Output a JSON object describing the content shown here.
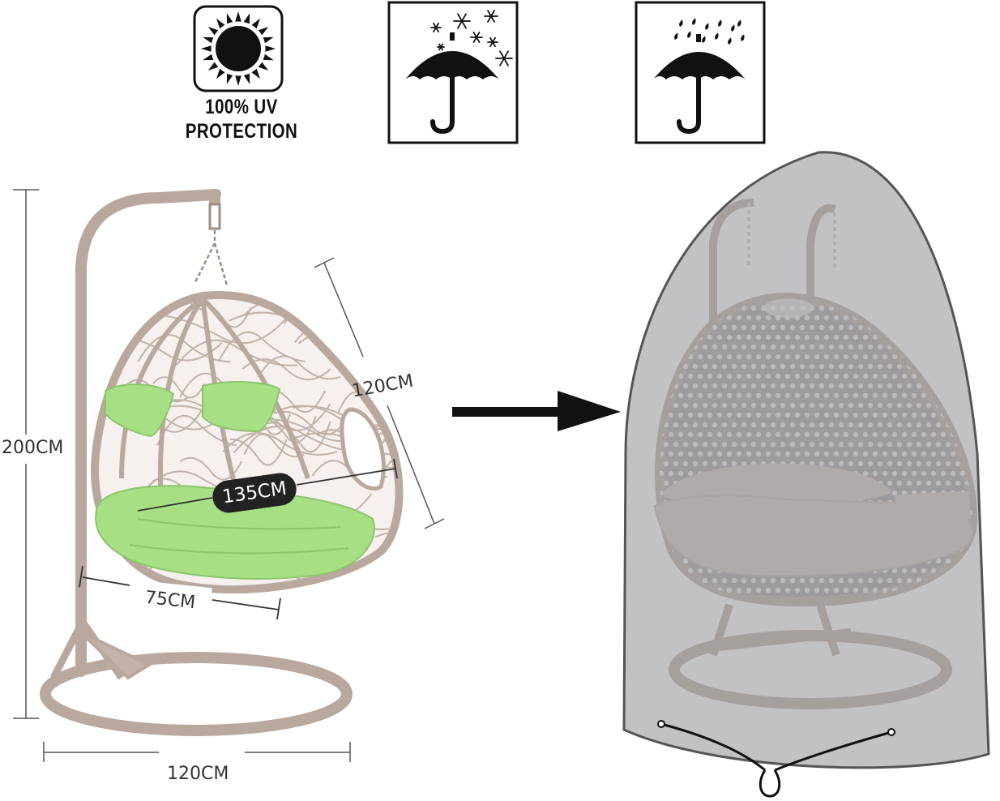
{
  "badges": {
    "uv_line1": "100% UV",
    "uv_line2": "PROTECTION"
  },
  "dimensions": {
    "height": "200CM",
    "base_width": "120CM",
    "basket_height": "120CM",
    "seat_width": "135CM",
    "seat_depth": "75CM"
  },
  "colors": {
    "frame": "#b8a89e",
    "cushion": "#a6df84",
    "cover": "#8f8f93",
    "icon": "#111111"
  },
  "icons": [
    "sun-icon",
    "umbrella-snow-icon",
    "umbrella-rain-icon",
    "arrow-right-icon"
  ]
}
